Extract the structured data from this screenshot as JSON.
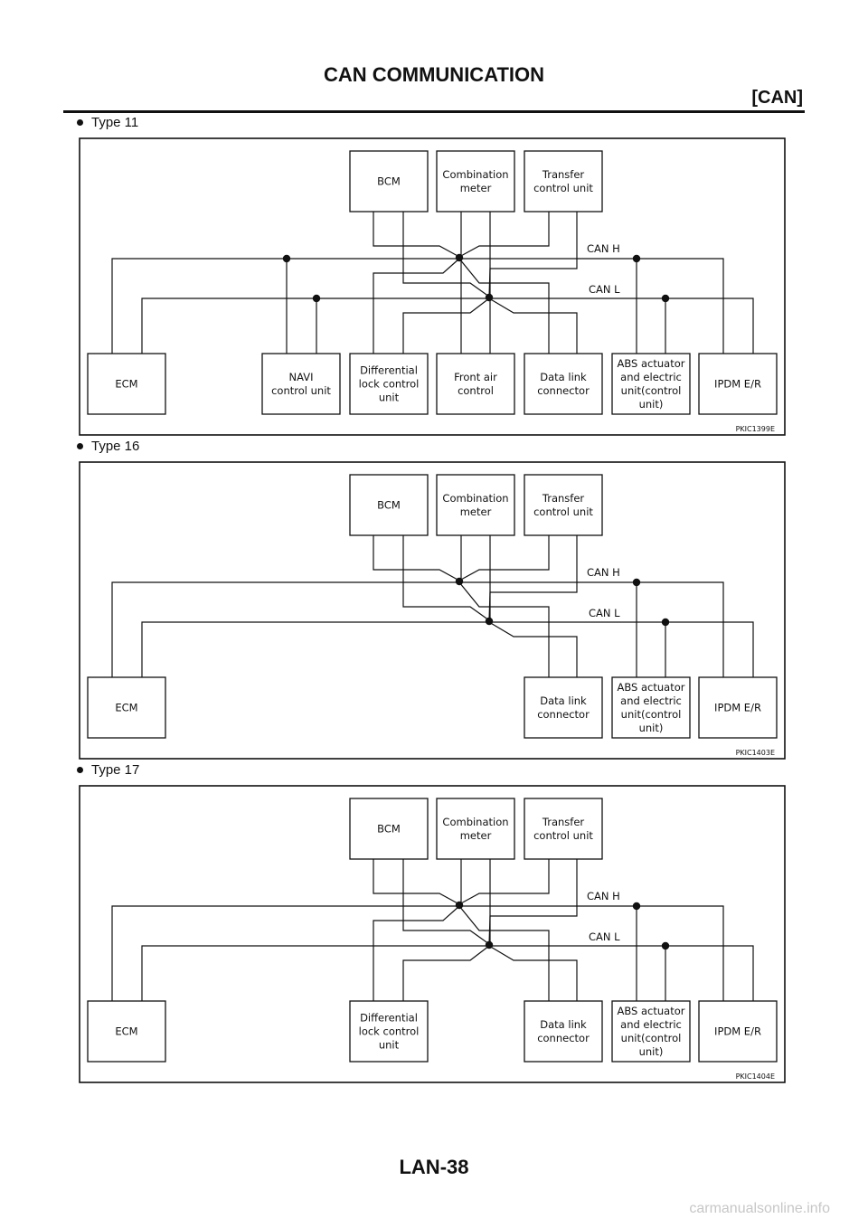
{
  "header": {
    "title": "CAN COMMUNICATION",
    "section": "[CAN]"
  },
  "page_number": "LAN-38",
  "watermark": "carmanualsonline.info",
  "diagrams": [
    {
      "label": "Type 11",
      "code": "PKIC1399E",
      "can_h_label": "CAN H",
      "can_l_label": "CAN L",
      "units": {
        "bcm": [
          "BCM"
        ],
        "combination_meter": [
          "Combination",
          "meter"
        ],
        "transfer_control_unit": [
          "Transfer",
          "control unit"
        ],
        "ecm": [
          "ECM"
        ],
        "navi_control_unit": [
          "NAVI",
          "control unit"
        ],
        "differential_lock_control_unit": [
          "Differential",
          "lock control",
          "unit"
        ],
        "front_air_control": [
          "Front air",
          "control"
        ],
        "data_link_connector": [
          "Data link",
          "connector"
        ],
        "abs_actuator": [
          "ABS actuator",
          "and electric",
          "unit(control",
          "unit)"
        ],
        "ipdm_er": [
          "IPDM E/R"
        ]
      }
    },
    {
      "label": "Type 16",
      "code": "PKIC1403E",
      "can_h_label": "CAN H",
      "can_l_label": "CAN L",
      "units": {
        "bcm": [
          "BCM"
        ],
        "combination_meter": [
          "Combination",
          "meter"
        ],
        "transfer_control_unit": [
          "Transfer",
          "control unit"
        ],
        "ecm": [
          "ECM"
        ],
        "data_link_connector": [
          "Data link",
          "connector"
        ],
        "abs_actuator": [
          "ABS actuator",
          "and electric",
          "unit(control",
          "unit)"
        ],
        "ipdm_er": [
          "IPDM E/R"
        ]
      }
    },
    {
      "label": "Type 17",
      "code": "PKIC1404E",
      "can_h_label": "CAN H",
      "can_l_label": "CAN L",
      "units": {
        "bcm": [
          "BCM"
        ],
        "combination_meter": [
          "Combination",
          "meter"
        ],
        "transfer_control_unit": [
          "Transfer",
          "control unit"
        ],
        "ecm": [
          "ECM"
        ],
        "differential_lock_control_unit": [
          "Differential",
          "lock control",
          "unit"
        ],
        "data_link_connector": [
          "Data link",
          "connector"
        ],
        "abs_actuator": [
          "ABS actuator",
          "and electric",
          "unit(control",
          "unit)"
        ],
        "ipdm_er": [
          "IPDM E/R"
        ]
      }
    }
  ]
}
